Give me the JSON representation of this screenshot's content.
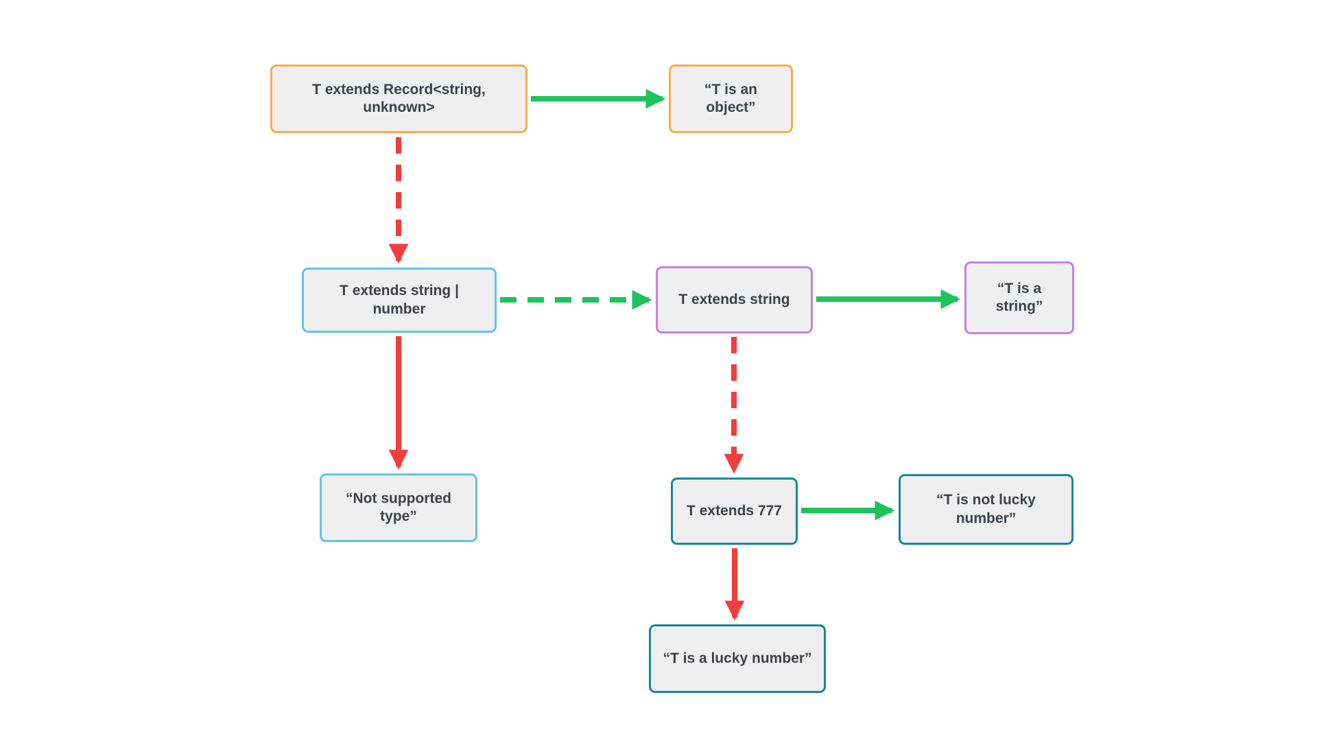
{
  "diagram": {
    "background_color": "#ffffff",
    "node_fill_color": "#efefef",
    "text_color": "#3d4248",
    "colors": {
      "green": "#1ec35b",
      "red": "#f23d3d",
      "orange": "#f6ab4f",
      "blue": "#5ec1f0",
      "purple": "#c97ee8",
      "teal": "#13869e"
    },
    "boxes": [
      {
        "id": "record",
        "label": "T extends Record<string, unknown>",
        "border_color": "#f6ab4f"
      },
      {
        "id": "object",
        "label": "“T is an object”",
        "border_color": "#f6ab4f"
      },
      {
        "id": "string-number",
        "label": "T extends string | number",
        "border_color": "#5ec1f0"
      },
      {
        "id": "string",
        "label": "T extends string",
        "border_color": "#c97ee8"
      },
      {
        "id": "is-string",
        "label": "“T is a string”",
        "border_color": "#c97ee8"
      },
      {
        "id": "not-supported",
        "label": "“Not supported type”",
        "border_color": "#5ec1f0"
      },
      {
        "id": "777",
        "label": "T extends 777",
        "border_color": "#13869e"
      },
      {
        "id": "not-lucky",
        "label": "“T is not lucky number”",
        "border_color": "#13869e"
      },
      {
        "id": "lucky",
        "label": "“T is a lucky number”",
        "border_color": "#13869e"
      }
    ],
    "arrows": [
      {
        "from": "record",
        "to": "object",
        "color": "green",
        "style": "solid"
      },
      {
        "from": "record",
        "to": "string-number",
        "color": "red",
        "style": "dashed"
      },
      {
        "from": "string-number",
        "to": "string",
        "color": "green",
        "style": "dashed"
      },
      {
        "from": "string-number",
        "to": "not-supported",
        "color": "red",
        "style": "solid"
      },
      {
        "from": "string",
        "to": "is-string",
        "color": "green",
        "style": "solid"
      },
      {
        "from": "string",
        "to": "777",
        "color": "red",
        "style": "dashed"
      },
      {
        "from": "777",
        "to": "not-lucky",
        "color": "green",
        "style": "solid"
      },
      {
        "from": "777",
        "to": "lucky",
        "color": "red",
        "style": "solid"
      }
    ]
  }
}
